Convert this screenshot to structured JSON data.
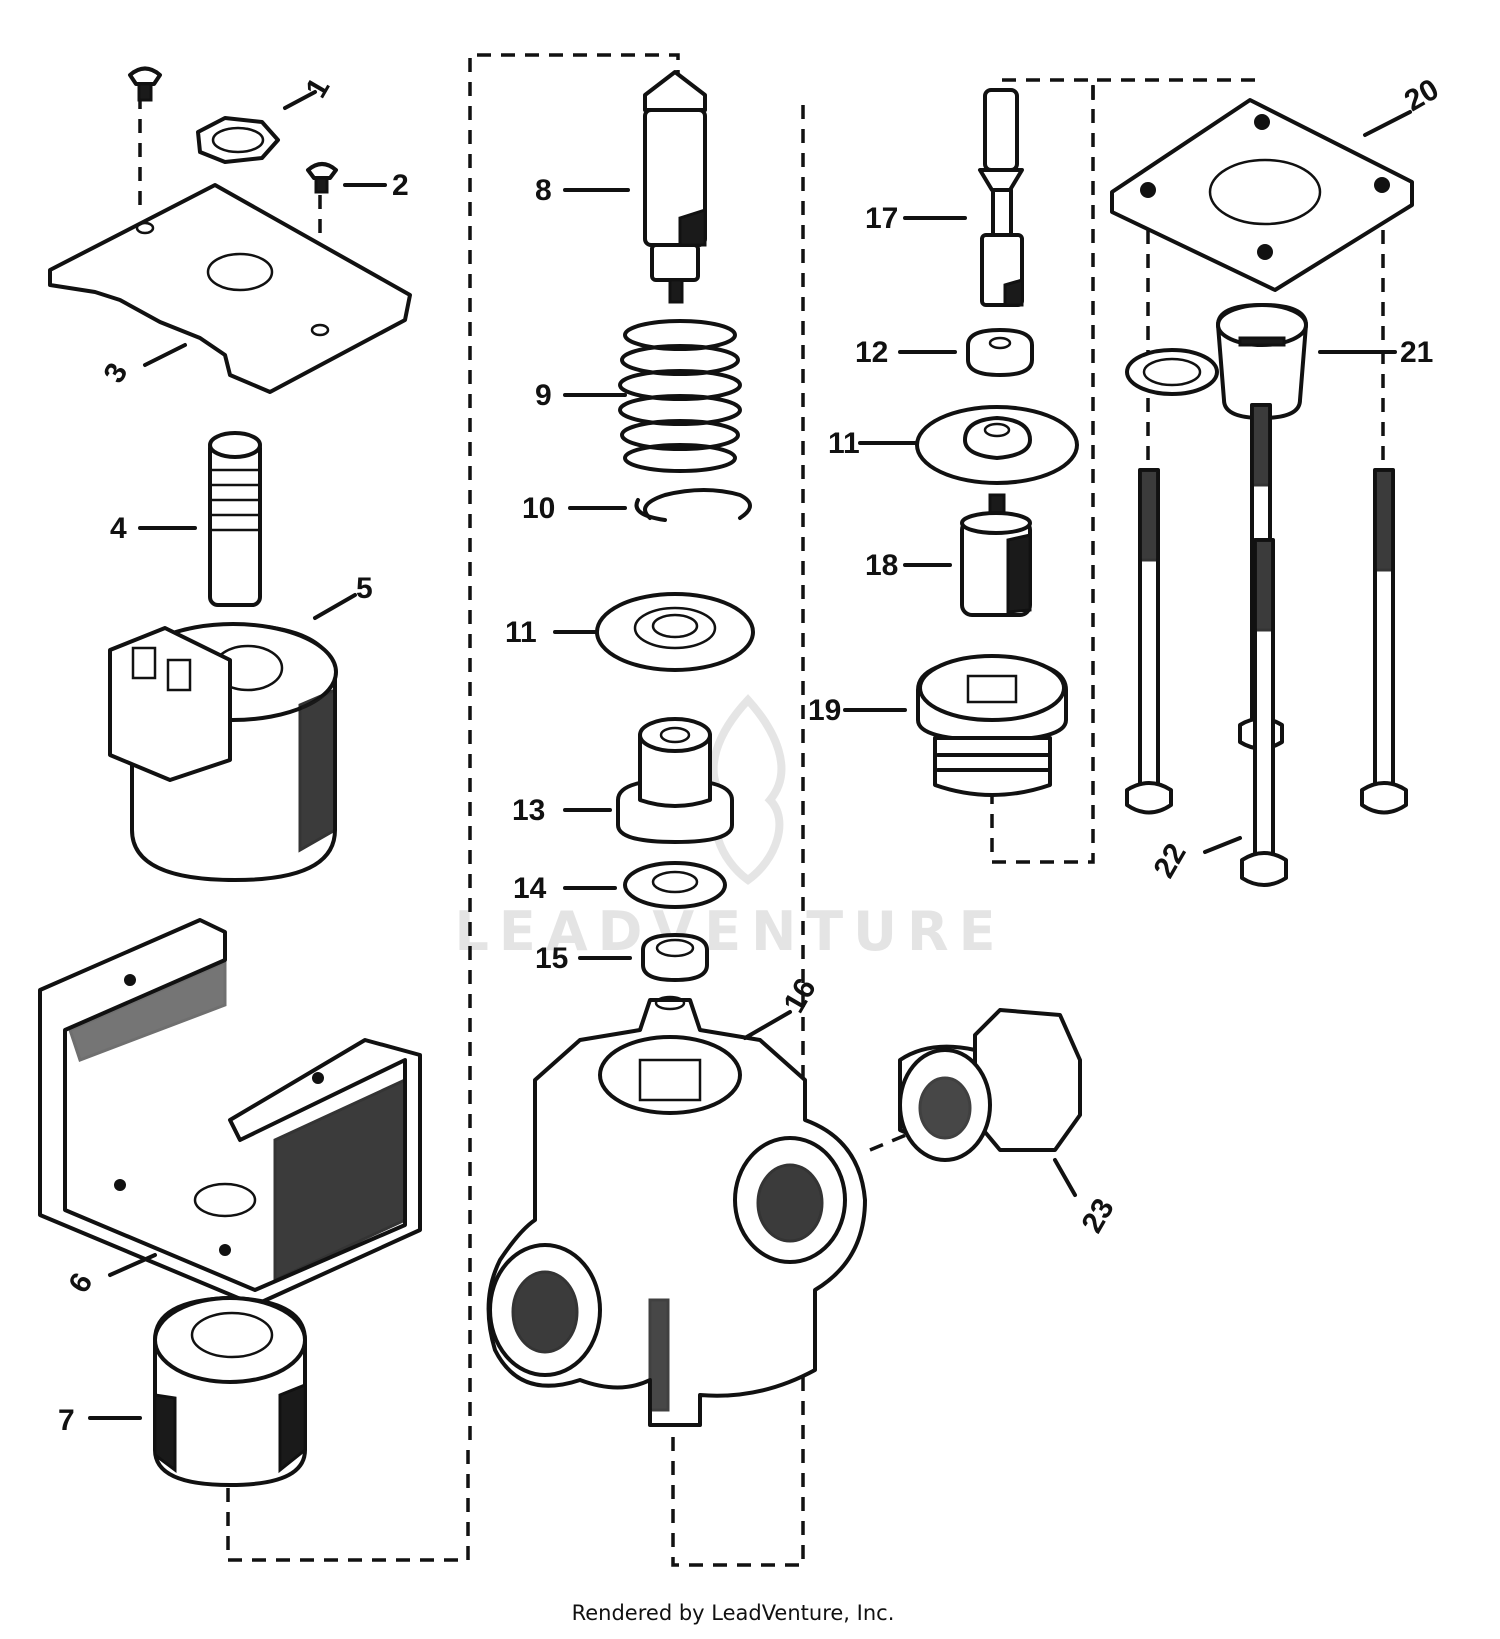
{
  "diagram": {
    "part_labels": [
      "1",
      "2",
      "3",
      "4",
      "5",
      "6",
      "7",
      "8",
      "9",
      "10",
      "11",
      "11",
      "12",
      "13",
      "14",
      "15",
      "16",
      "17",
      "18",
      "19",
      "20",
      "21",
      "22",
      "23"
    ],
    "watermark": "LEADVENTURE",
    "footer": "Rendered by LeadVenture, Inc."
  }
}
